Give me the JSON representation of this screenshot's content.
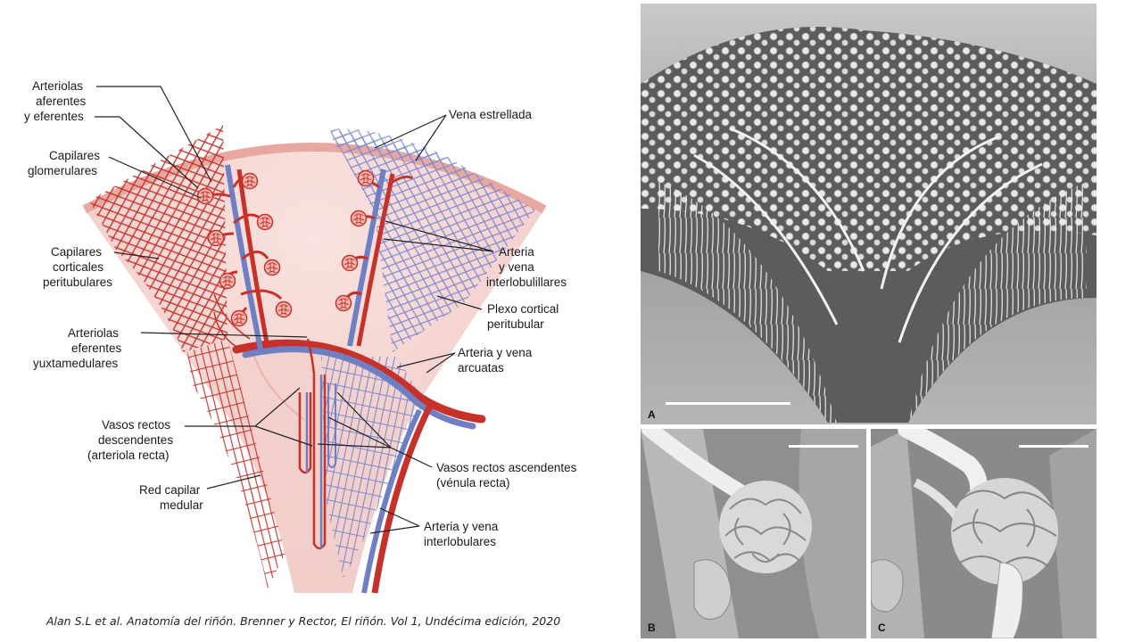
{
  "labels": {
    "arteriolas_aferentes": [
      "Arteriolas",
      "aferentes",
      "y eferentes"
    ],
    "capilares_glomerulares": [
      "Capilares",
      "glomerulares"
    ],
    "capilares_corticales": [
      "Capilares",
      "corticales",
      "peritubulares"
    ],
    "arteriolas_eferentes_yuxta": [
      "Arteriolas",
      "eferentes",
      "yuxtamedulares"
    ],
    "vasos_rectos_descendentes": [
      "Vasos rectos",
      "descendentes",
      "(arteriola recta)"
    ],
    "red_capilar_medular": [
      "Red capilar",
      "medular"
    ],
    "vena_estrellada": [
      "Vena estrellada"
    ],
    "arteria_vena_interlobulillares": [
      "Arteria",
      "y vena",
      "interlobulillares"
    ],
    "plexo_cortical": [
      "Plexo cortical",
      "peritubular"
    ],
    "arteria_vena_arcuatas": [
      "Arteria y vena",
      "arcuatas"
    ],
    "vasos_rectos_ascendentes": [
      "Vasos rectos ascendentes",
      "(vénula recta)"
    ],
    "arteria_vena_interlobulares": [
      "Arteria y vena",
      "interlobulares"
    ]
  },
  "caption": "Alan S.L et al. Anatomía del riñón. Brenner y Rector, El riñón. Vol 1, Undécima edición, 2020",
  "panels": {
    "a": "A",
    "b": "B",
    "c": "C"
  },
  "colors": {
    "artery": "#c8312a",
    "vein": "#6f7fc4",
    "tissue": "#f4d2cf",
    "background": "#ffffff"
  }
}
